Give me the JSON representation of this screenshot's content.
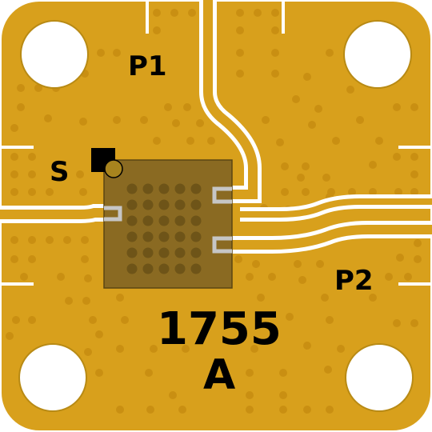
{
  "labels": {
    "p1": "P1",
    "p2": "P2",
    "s": "S",
    "part_number": "1755",
    "revision": "A"
  },
  "colors": {
    "gold": "#D8A01C",
    "via": "#C98F12",
    "chip": "#8A6A22",
    "chip_via": "#6E5418",
    "pad": "#C6C6C6",
    "gap": "#FFFFFF",
    "ink": "#000000"
  },
  "icons": {
    "mounting_holes": "circle-hole-icon",
    "pin1_marker": "square-marker-icon"
  }
}
